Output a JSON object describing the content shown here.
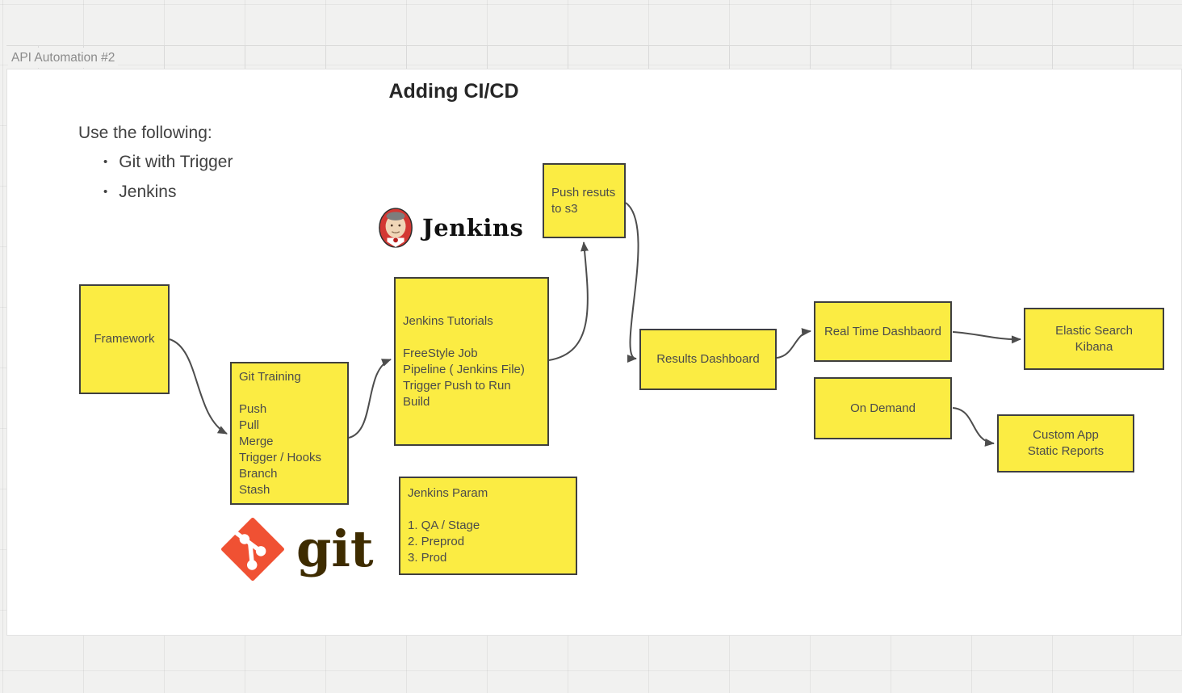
{
  "frame": {
    "label": "API Automation #2"
  },
  "diagram": {
    "title": "Adding CI/CD",
    "note_heading": "Use the following:",
    "note_bullets": [
      "Git with Trigger",
      "Jenkins"
    ],
    "jenkins_logo_label": "Jenkins",
    "git_logo_label": "git",
    "nodes": {
      "framework": "Framework",
      "git_training": "Git Training\n\nPush\nPull\nMerge\nTrigger / Hooks\nBranch\nStash",
      "jenkins_tutorials": "Jenkins  Tutorials\n\nFreeStyle Job\nPipeline ( Jenkins File)\nTrigger Push to Run Build",
      "push_results": "Push resuts to s3",
      "jenkins_param": "Jenkins Param\n\n1. QA / Stage\n2. Preprod\n3. Prod",
      "results_dashboard": "Results Dashboard",
      "real_time_dashboard": "Real Time Dashbaord",
      "elastic_search_kibana": "Elastic Search\nKibana",
      "on_demand": "On Demand",
      "custom_app": "Custom App\nStatic Reports"
    }
  },
  "colors": {
    "sticky_fill": "#FBEC43",
    "sticky_border": "#3F3F3F",
    "connector": "#4D4D4D",
    "git_orange": "#F05133",
    "git_wordmark": "#3E2C00",
    "jenkins_red": "#D33833"
  }
}
